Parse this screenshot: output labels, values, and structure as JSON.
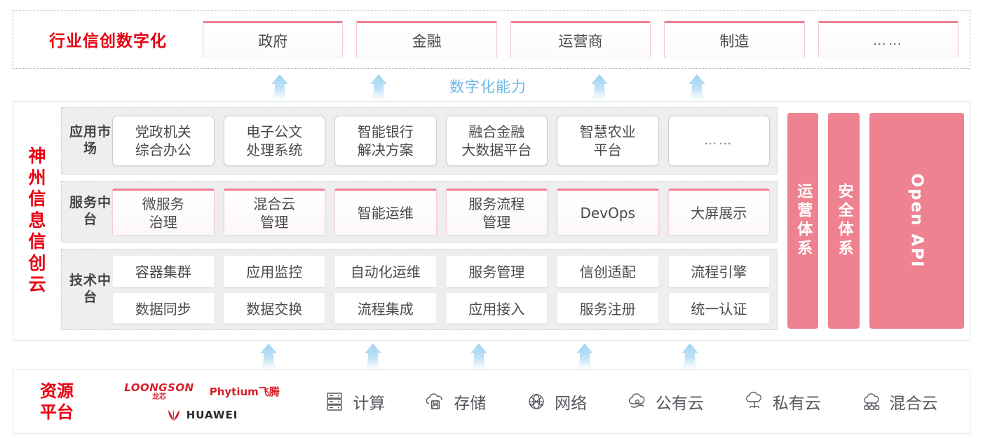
{
  "industry": {
    "title": "行业信创数字化",
    "boxes": [
      {
        "label": "政府"
      },
      {
        "label": "金融"
      },
      {
        "label": "运营商"
      },
      {
        "label": "制造"
      },
      {
        "label": "……"
      }
    ]
  },
  "capability": {
    "label": "数字化能力",
    "arrow_icon": "up-arrow-icon",
    "top_arrow_count": 4,
    "bottom_arrow_count": 5
  },
  "cloud": {
    "title": "神州信息信创云",
    "title_chars": [
      "神",
      "州",
      "信",
      "息",
      "信",
      "创",
      "云"
    ],
    "tiers": [
      {
        "id": "app-market",
        "label": "应用市场",
        "items": [
          {
            "label": "党政机关\n综合办公",
            "lines": [
              "党政机关",
              "综合办公"
            ]
          },
          {
            "label": "电子公文\n处理系统",
            "lines": [
              "电子公文",
              "处理系统"
            ]
          },
          {
            "label": "智能银行\n解决方案",
            "lines": [
              "智能银行",
              "解决方案"
            ]
          },
          {
            "label": "融合金融\n大数据平台",
            "lines": [
              "融合金融",
              "大数据平台"
            ]
          },
          {
            "label": "智慧农业\n平台",
            "lines": [
              "智慧农业",
              "平台"
            ]
          },
          {
            "label": "……",
            "lines": [
              "……"
            ]
          }
        ]
      },
      {
        "id": "service-platform",
        "label": "服务中台",
        "items": [
          {
            "lines": [
              "微服务",
              "治理"
            ]
          },
          {
            "lines": [
              "混合云",
              "管理"
            ]
          },
          {
            "lines": [
              "智能运维"
            ]
          },
          {
            "lines": [
              "服务流程",
              "管理"
            ]
          },
          {
            "lines": [
              "DevOps"
            ]
          },
          {
            "lines": [
              "大屏展示"
            ]
          }
        ]
      },
      {
        "id": "tech-platform",
        "label": "技术中台",
        "rows": [
          [
            "容器集群",
            "应用监控",
            "自动化运维",
            "服务管理",
            "信创适配",
            "流程引擎"
          ],
          [
            "数据同步",
            "数据交换",
            "流程集成",
            "应用接入",
            "服务注册",
            "统一认证"
          ]
        ]
      }
    ],
    "pillars": [
      {
        "text": "运营体系",
        "type": "cn"
      },
      {
        "text": "安全体系",
        "type": "cn"
      },
      {
        "text": "Open API",
        "type": "en"
      }
    ]
  },
  "resource": {
    "title": "资源平台",
    "title_lines": [
      "资源",
      "平台"
    ],
    "logos": [
      {
        "name": "loongson",
        "en": "LOONGSON",
        "cn": "龙芯"
      },
      {
        "name": "phytium",
        "text": "Phytium飞腾"
      },
      {
        "name": "huawei",
        "text": "HUAWEI"
      }
    ],
    "items": [
      {
        "label": "计算",
        "icon": "server-rack-icon"
      },
      {
        "label": "存储",
        "icon": "cloud-storage-icon"
      },
      {
        "label": "网络",
        "icon": "network-globe-icon"
      },
      {
        "label": "公有云",
        "icon": "public-cloud-icon"
      },
      {
        "label": "私有云",
        "icon": "private-cloud-icon"
      },
      {
        "label": "混合云",
        "icon": "hybrid-cloud-icon"
      }
    ]
  },
  "colors": {
    "brand_red": "#e60012",
    "pillar_pink": "#ee8290",
    "box_pink_border": "#ef8090",
    "arrow_blue": "#6cb8e8",
    "text_gray": "#4a4a4a"
  }
}
